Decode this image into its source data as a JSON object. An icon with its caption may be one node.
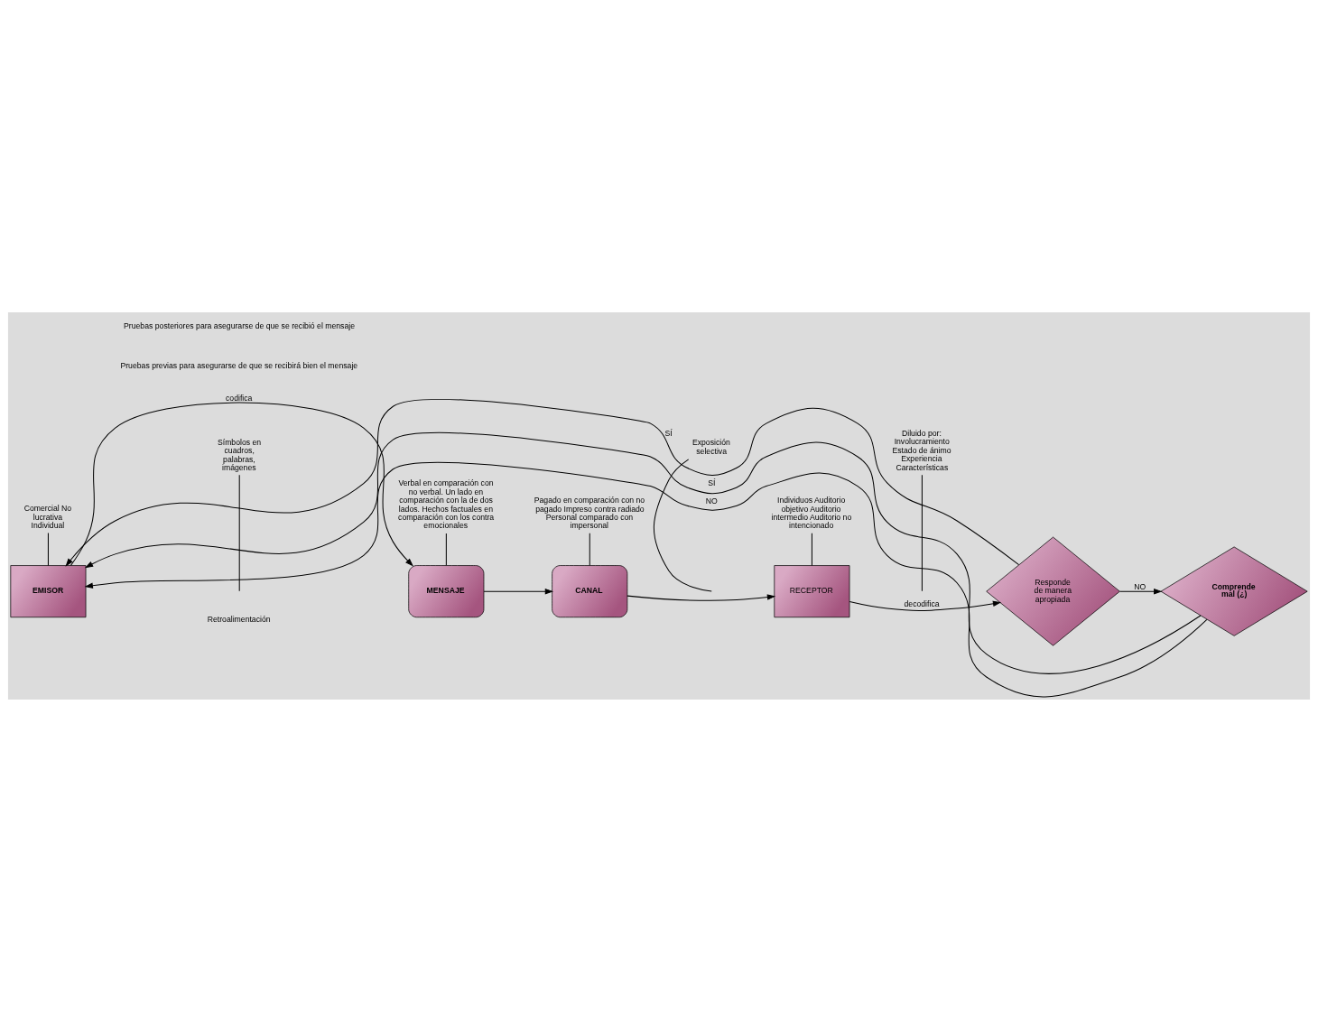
{
  "diagram": {
    "nodes": [
      {
        "text": [
          "EMISOR"
        ]
      },
      {
        "text": [
          "MENSAJE"
        ]
      },
      {
        "text": [
          "CANAL"
        ]
      },
      {
        "text": [
          "RECEPTOR"
        ]
      },
      {
        "text": [
          "Responde de manera apropiada"
        ]
      },
      {
        "text": [
          "Comprende mal (¿)"
        ]
      },
      {
        "text": [
          "Comercial No lucrativa Individual"
        ]
      },
      {
        "text": [
          "Símbolos en cuadros, palabras, imágenes"
        ]
      },
      {
        "text": [
          "Verbal en comparación con no verbal. Un lado en comparación con la de dos lados. Hechos factuales en comparación con los contra emocionales"
        ]
      },
      {
        "text": [
          "Pagado en comparación con no pagado Impreso contra radiado Personal comparado con impersonal"
        ]
      },
      {
        "text": [
          "Exposición selectiva"
        ]
      },
      {
        "text": [
          "Individuos Auditorio objetivo Auditorio intermedio Auditorio no intencionado"
        ]
      },
      {
        "text": [
          "Diluido por: Involucramiento Estado de ánimo Experiencia Características"
        ]
      }
    ],
    "edges": [
      {
        "from": 6,
        "to": 0,
        "arrow": "none"
      },
      {
        "from": 7,
        "to": null,
        "arrow": "none"
      },
      {
        "from": 8,
        "to": 1,
        "arrow": "none"
      },
      {
        "from": 9,
        "to": 2,
        "arrow": "none"
      },
      {
        "from": 10,
        "to": null,
        "arrow": "none"
      },
      {
        "from": 11,
        "to": 3,
        "arrow": "none"
      },
      {
        "from": 12,
        "to": null,
        "arrow": "none"
      },
      {
        "from": 0,
        "to": 1,
        "arrow": "to",
        "label": "codifica"
      },
      {
        "from": 1,
        "to": 2,
        "arrow": "to"
      },
      {
        "from": 2,
        "to": 3,
        "arrow": "to"
      },
      {
        "from": 3,
        "to": 4,
        "arrow": "to",
        "label": "decodifica"
      },
      {
        "from": 4,
        "to": 5,
        "arrow": "to",
        "label": "NO"
      },
      {
        "from": 4,
        "to": 0,
        "arrow": "to",
        "label": "SÍ"
      },
      {
        "from": 5,
        "to": 0,
        "arrow": "to",
        "label": "SÍ"
      },
      {
        "from": 5,
        "to": 0,
        "arrow": "to",
        "label": "NO"
      }
    ],
    "labels": [
      "Retroalimentación",
      "Pruebas previas para asegurarse de que se recibirá bien el mensaje",
      "Pruebas posteriores para asegurarse de que se recibió el mensaje"
    ]
  }
}
